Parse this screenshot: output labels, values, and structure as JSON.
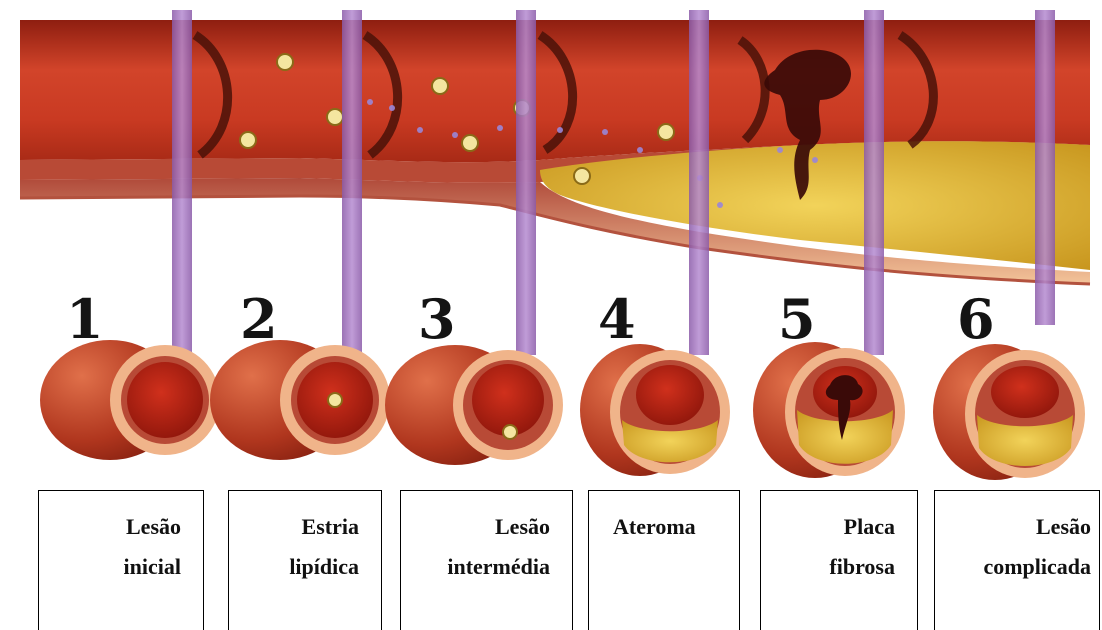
{
  "stages": [
    {
      "number": "1",
      "label_lines": [
        "Lesão",
        "inicial"
      ]
    },
    {
      "number": "2",
      "label_lines": [
        "Estria",
        "lipídica"
      ]
    },
    {
      "number": "3",
      "label_lines": [
        "Lesão",
        "intermédia"
      ]
    },
    {
      "number": "4",
      "label_lines": [
        "Ateroma"
      ]
    },
    {
      "number": "5",
      "label_lines": [
        "Placa",
        "fibrosa"
      ]
    },
    {
      "number": "6",
      "label_lines": [
        "Lesão",
        "complicada"
      ]
    }
  ],
  "colors": {
    "vessel_lumen": "#c8321f",
    "vessel_wall": "#f0b48a",
    "plaque": "#e8c23a",
    "marker": "#a070c0",
    "thrombus": "#3a0a08"
  }
}
